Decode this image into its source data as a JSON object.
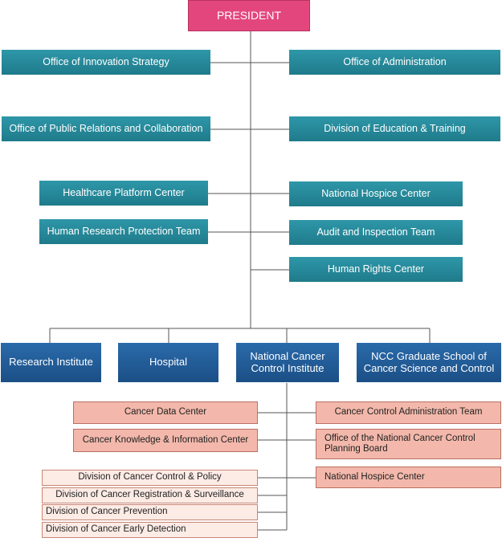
{
  "colors": {
    "president": "#e3467d",
    "office": "#2289a0",
    "division": "#1f5c9e",
    "subunit": "#f3b8ab",
    "subunit_light": "#fdebe5",
    "line": "#555555"
  },
  "president": {
    "label": "PRESIDENT"
  },
  "offices": {
    "innovation_strategy": "Office of Innovation Strategy",
    "administration": "Office of Administration",
    "public_relations": "Office of Public Relations and Collaboration",
    "education_training": "Division of Education & Training",
    "healthcare_platform": "Healthcare Platform Center",
    "national_hospice": "National Hospice Center",
    "human_research_protection": "Human Research Protection Team",
    "audit_inspection": "Audit and Inspection Team",
    "human_rights": "Human Rights Center"
  },
  "divisions": {
    "research_institute": "Research Institute",
    "hospital": "Hospital",
    "ncci_line1": "National Cancer",
    "ncci_line2": "Control Institute",
    "graduate_line1": "NCC Graduate School of",
    "graduate_line2": "Cancer Science and Control"
  },
  "ncci_units": {
    "cancer_data_center": "Cancer Data Center",
    "cancer_control_admin_team": "Cancer Control Administration Team",
    "knowledge_info_center": "Cancer Knowledge & Information Center",
    "planning_board": "Office of the National Cancer Control Planning Board",
    "national_hospice": "National Hospice Center",
    "div_control_policy": "Division of Cancer Control & Policy",
    "div_registration": "Division of Cancer Registration & Surveillance",
    "div_prevention": "Division of Cancer Prevention",
    "div_early_detection": "Division of Cancer Early Detection"
  }
}
